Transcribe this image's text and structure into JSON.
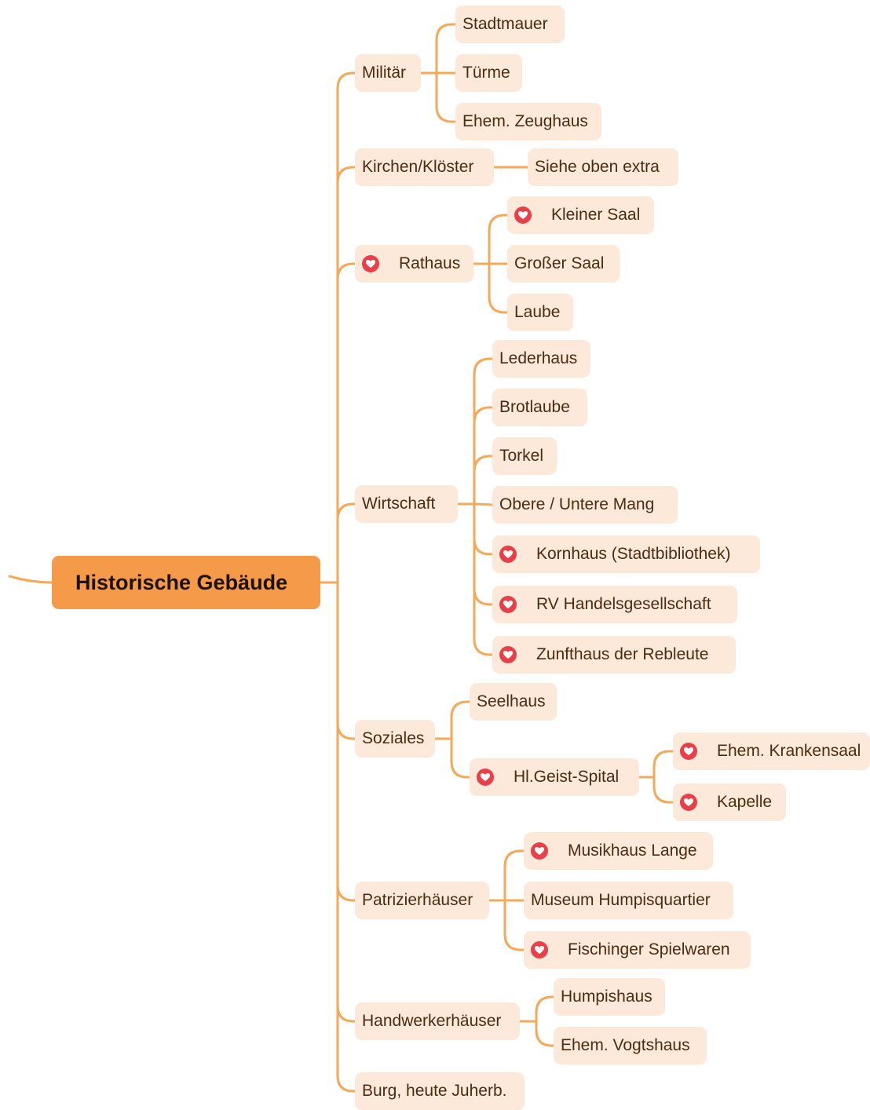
{
  "colors": {
    "connector": "#f3a957",
    "node_bg": "#fde9d9",
    "node_text": "#4a2c12",
    "root_bg": "#f49a48",
    "marker": "#e83f49"
  },
  "root": {
    "label": "Historische Gebäude"
  },
  "branches": [
    {
      "label": "Militär",
      "marked": false,
      "children": [
        {
          "label": "Stadtmauer",
          "marked": false
        },
        {
          "label": "Türme",
          "marked": false
        },
        {
          "label": "Ehem. Zeughaus",
          "marked": false
        }
      ]
    },
    {
      "label": "Kirchen/Klöster",
      "marked": false,
      "children": [
        {
          "label": "Siehe oben extra",
          "marked": false
        }
      ]
    },
    {
      "label": "Rathaus",
      "marked": true,
      "children": [
        {
          "label": "Kleiner Saal",
          "marked": true
        },
        {
          "label": "Großer Saal",
          "marked": false
        },
        {
          "label": "Laube",
          "marked": false
        }
      ]
    },
    {
      "label": "Wirtschaft",
      "marked": false,
      "children": [
        {
          "label": "Lederhaus",
          "marked": false
        },
        {
          "label": "Brotlaube",
          "marked": false
        },
        {
          "label": "Torkel",
          "marked": false
        },
        {
          "label": "Obere / Untere Mang",
          "marked": false
        },
        {
          "label": "Kornhaus (Stadtbibliothek)",
          "marked": true
        },
        {
          "label": "RV Handelsgesellschaft",
          "marked": true
        },
        {
          "label": "Zunfthaus der Rebleute",
          "marked": true
        }
      ]
    },
    {
      "label": "Soziales",
      "marked": false,
      "children": [
        {
          "label": "Seelhaus",
          "marked": false
        },
        {
          "label": "Hl.Geist-Spital",
          "marked": true,
          "children": [
            {
              "label": "Ehem. Krankensaal",
              "marked": true
            },
            {
              "label": "Kapelle",
              "marked": true
            }
          ]
        }
      ]
    },
    {
      "label": "Patrizierhäuser",
      "marked": false,
      "children": [
        {
          "label": "Musikhaus Lange",
          "marked": true
        },
        {
          "label": "Museum Humpisquartier",
          "marked": false
        },
        {
          "label": "Fischinger Spielwaren",
          "marked": true
        }
      ]
    },
    {
      "label": "Handwerkerhäuser",
      "marked": false,
      "children": [
        {
          "label": "Humpishaus",
          "marked": false
        },
        {
          "label": "Ehem. Vogtshaus",
          "marked": false
        }
      ]
    },
    {
      "label": "Burg, heute Juherb.",
      "marked": false
    }
  ]
}
